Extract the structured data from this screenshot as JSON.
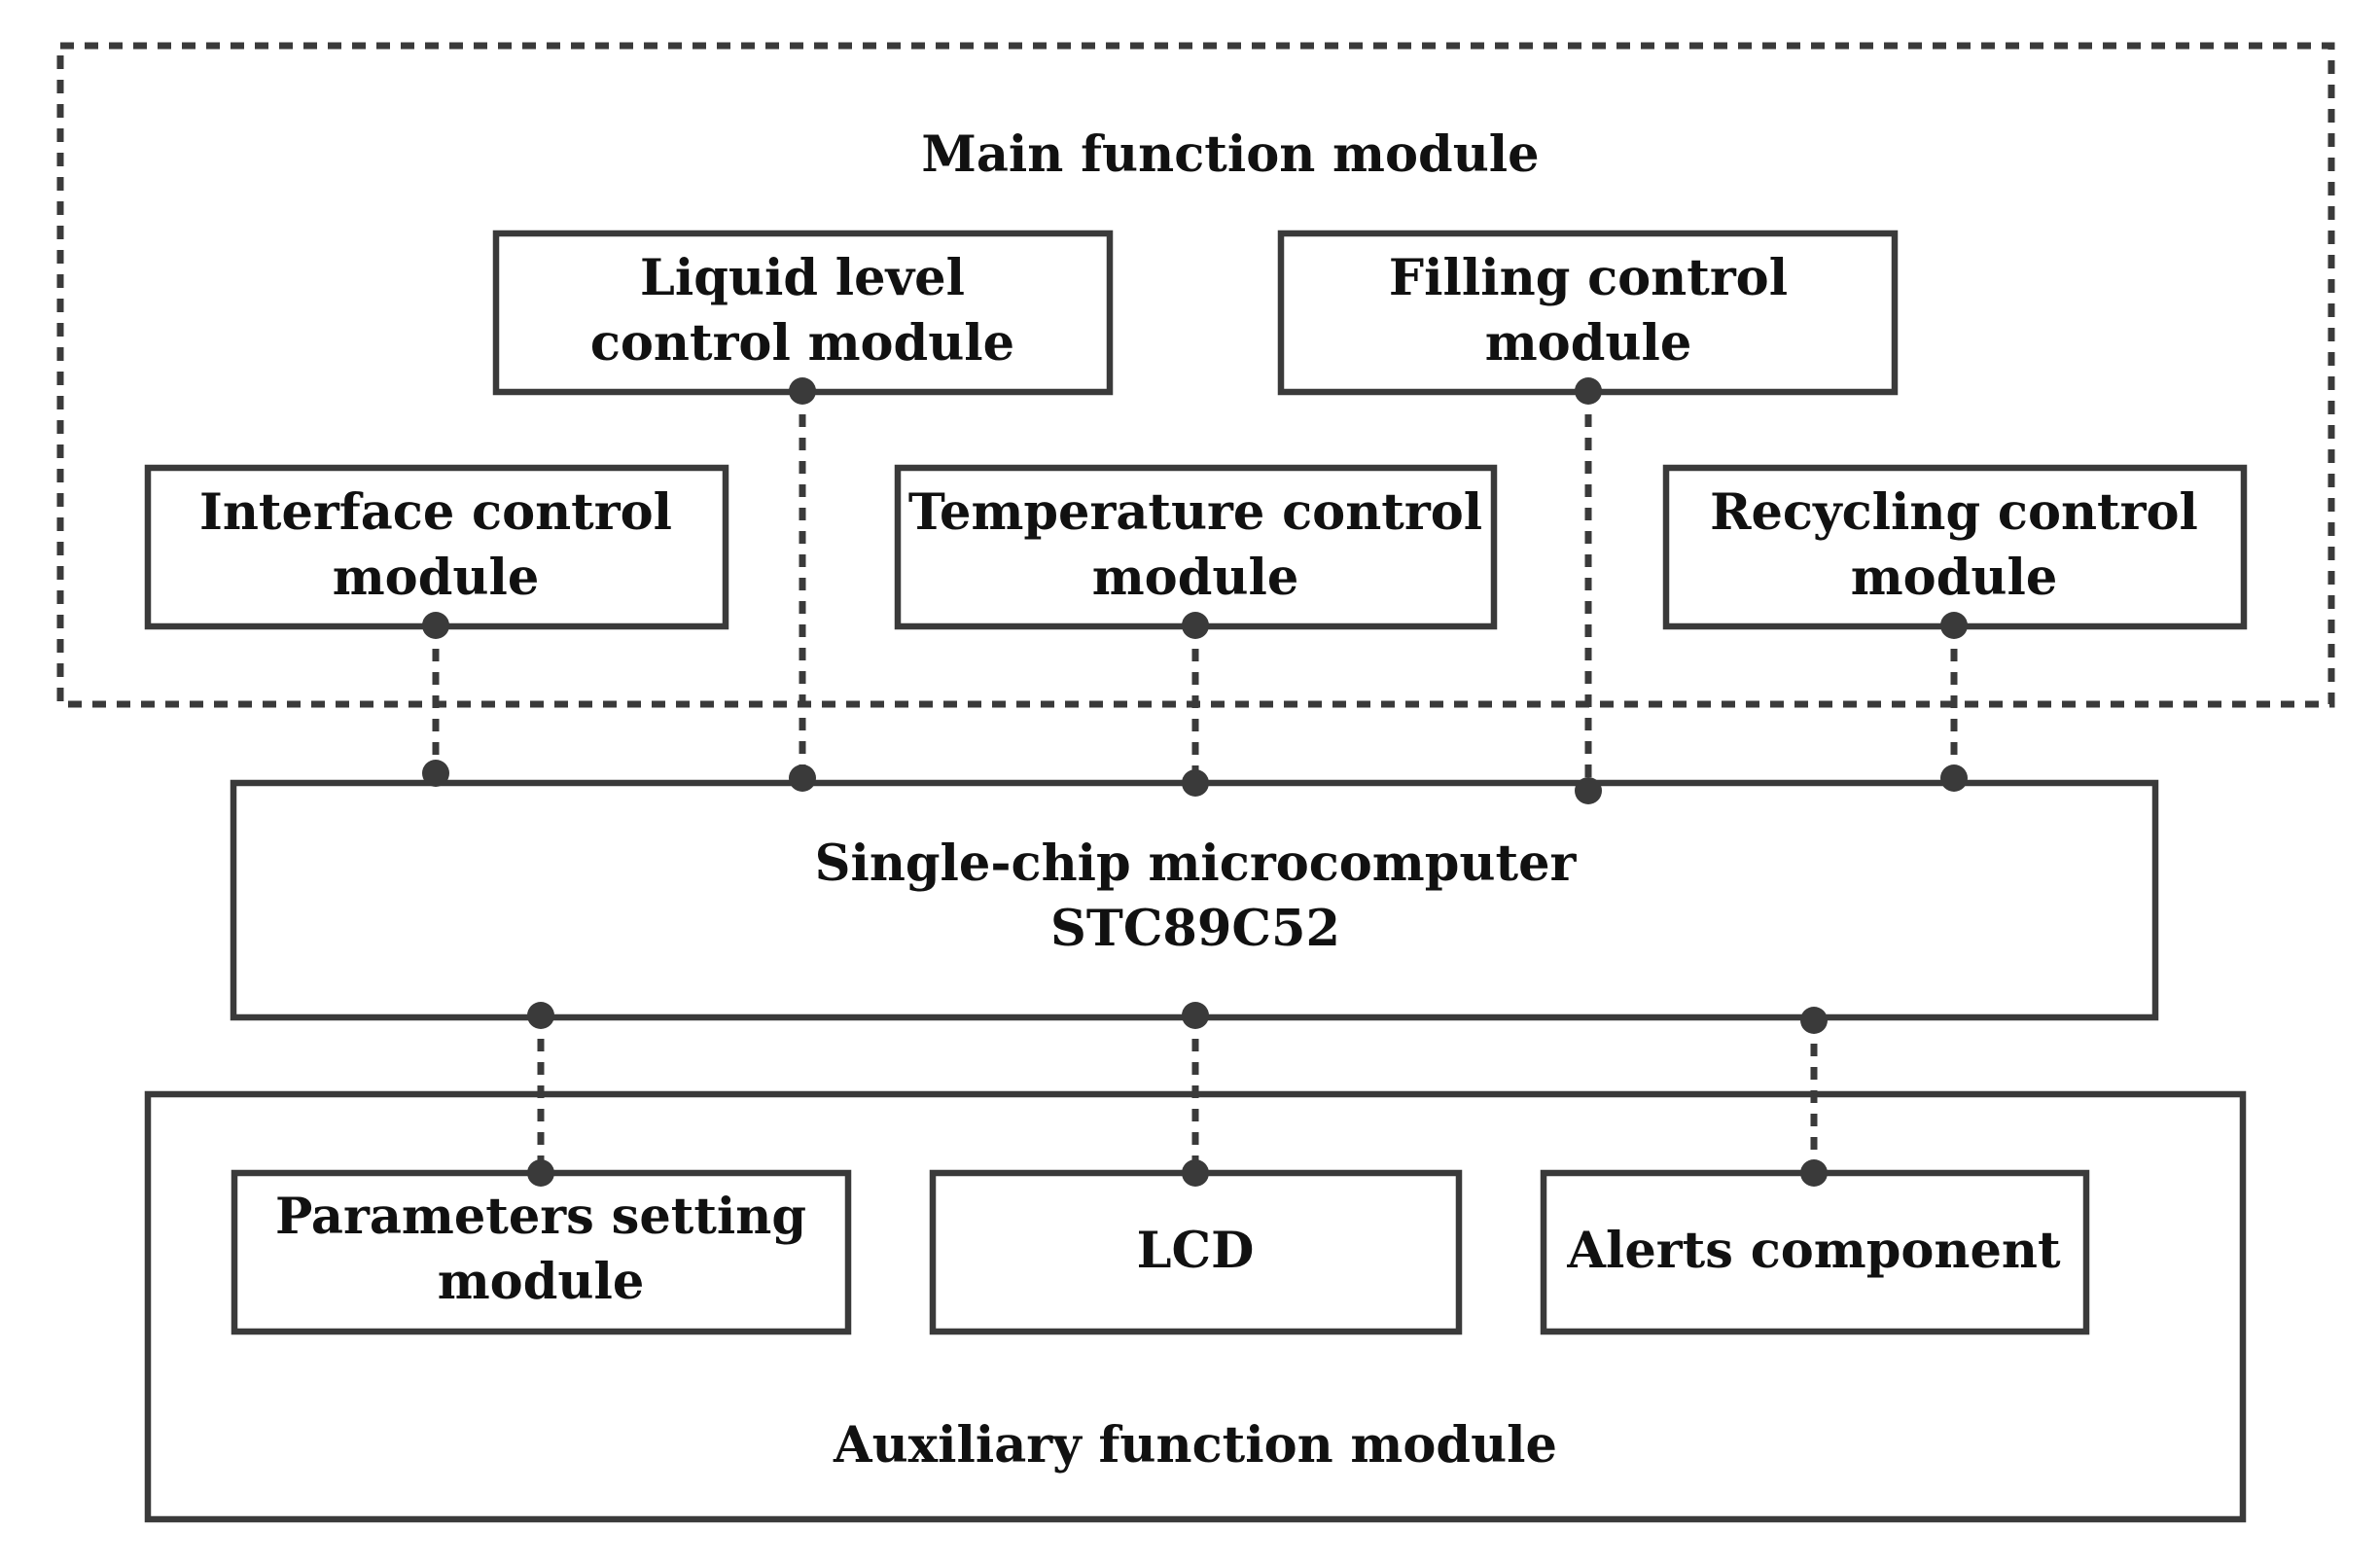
{
  "main_group": {
    "title": "Main function module"
  },
  "auxiliary_group": {
    "title": "Auxiliary function module"
  },
  "mcu": {
    "line1": "Single-chip microcomputer",
    "line2": "STC89C52"
  },
  "modules": {
    "liquid_level": {
      "line1": "Liquid level",
      "line2": "control module"
    },
    "filling": {
      "line1": "Filling control",
      "line2": "module"
    },
    "interface": {
      "line1": "Interface control",
      "line2": "module"
    },
    "temperature": {
      "line1": "Temperature control",
      "line2": "module"
    },
    "recycling": {
      "line1": "Recycling control",
      "line2": "module"
    },
    "parameters": {
      "line1": "Parameters setting",
      "line2": "module"
    },
    "lcd": {
      "line1": "LCD"
    },
    "alerts": {
      "line1": "Alerts component"
    }
  },
  "colors": {
    "stroke": "#3a3a3a",
    "text": "#111111",
    "background": "#ffffff"
  }
}
